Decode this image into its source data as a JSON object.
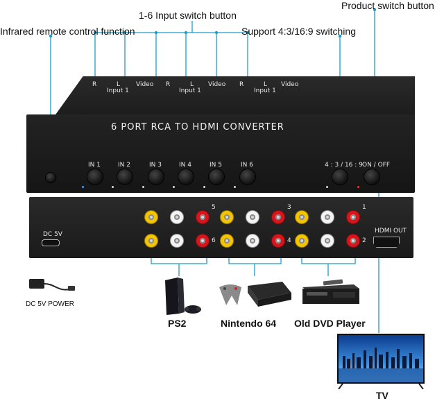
{
  "callouts": {
    "product_switch": "Product switch button",
    "input_switch": "1-6 Input switch button",
    "infrared": "Infrared remote control function",
    "aspect": "Support 4:3/16:9 switching"
  },
  "device": {
    "title": "6 PORT RCA TO HDMI CONVERTER",
    "buttons": [
      "IN 1",
      "IN 2",
      "IN 3",
      "IN 4",
      "IN 5",
      "IN 6"
    ],
    "aspect_button": "4 : 3 / 16 : 9",
    "power_button": "ON / OFF",
    "top_labels": {
      "r": "R",
      "l": "L",
      "video": "Video",
      "input": "Input 1"
    },
    "dc_label": "DC 5V",
    "hdmi_label": "HDMI OUT",
    "port_numbers": [
      "5",
      "3",
      "1",
      "6",
      "4",
      "2"
    ]
  },
  "accessories": {
    "power": "DC 5V POWER",
    "ps2": "PS2",
    "n64": "Nintendo 64",
    "dvd": "Old DVD Player",
    "tv": "TV"
  },
  "colors": {
    "callout_line": "#1a9fc7",
    "device_body": "#1b1b1b",
    "rca_yellow": "#f3c400",
    "rca_white": "#f4f4f4",
    "rca_red": "#d9151b"
  }
}
